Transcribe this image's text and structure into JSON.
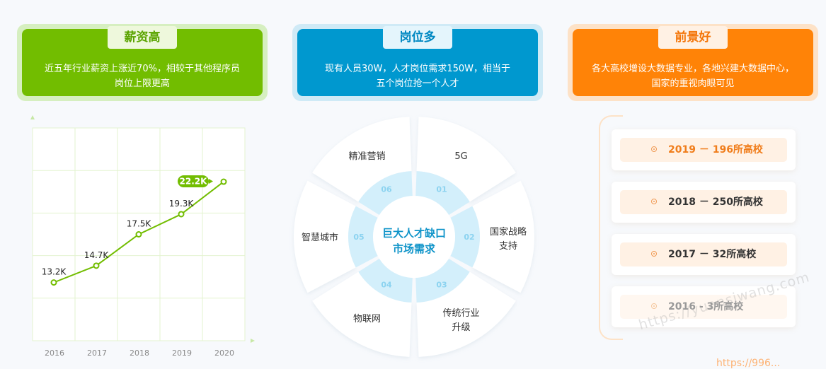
{
  "cards": [
    {
      "tag": "薪资高",
      "line1": "近五年行业薪资上涨近70%，相较于其他程序员",
      "line2": "岗位上限更高"
    },
    {
      "tag": "岗位多",
      "line1": "现有人员30W，人才岗位需求150W，相当于",
      "line2": "五个岗位抢一个人才"
    },
    {
      "tag": "前景好",
      "line1": "各大高校增设大数据专业，各地兴建大数据中心，",
      "line2": "国家的重视肉眼可见"
    }
  ],
  "chart_data": {
    "type": "line",
    "title": "",
    "xlabel": "",
    "ylabel": "",
    "categories": [
      "2016",
      "2017",
      "2018",
      "2019",
      "2020"
    ],
    "values": [
      13.2,
      14.7,
      17.5,
      19.3,
      22.2
    ],
    "labels": [
      "13.2K",
      "14.7K",
      "17.5K",
      "19.3K",
      "22.2K"
    ],
    "ylim": [
      8,
      27
    ],
    "grid": true,
    "highlight_index": 4,
    "color": "#72bd00"
  },
  "ring": {
    "center_line1": "巨大人才缺口",
    "center_line2": "市场需求",
    "segments": [
      {
        "num": "01",
        "line1": "5G",
        "line2": ""
      },
      {
        "num": "02",
        "line1": "国家战略",
        "line2": "支持"
      },
      {
        "num": "03",
        "line1": "传统行业",
        "line2": "升级"
      },
      {
        "num": "04",
        "line1": "物联网",
        "line2": ""
      },
      {
        "num": "05",
        "line1": "智慧城市",
        "line2": ""
      },
      {
        "num": "06",
        "line1": "精准营销",
        "line2": ""
      }
    ]
  },
  "timeline": [
    {
      "text": "2019 － 196所高校"
    },
    {
      "text": "2018 － 250所高校"
    },
    {
      "text": "2017 － 32所高校"
    },
    {
      "text": "2016 - 3所高校"
    }
  ],
  "watermark": "https://yuansiwang.com",
  "watermark2": "https://996..."
}
